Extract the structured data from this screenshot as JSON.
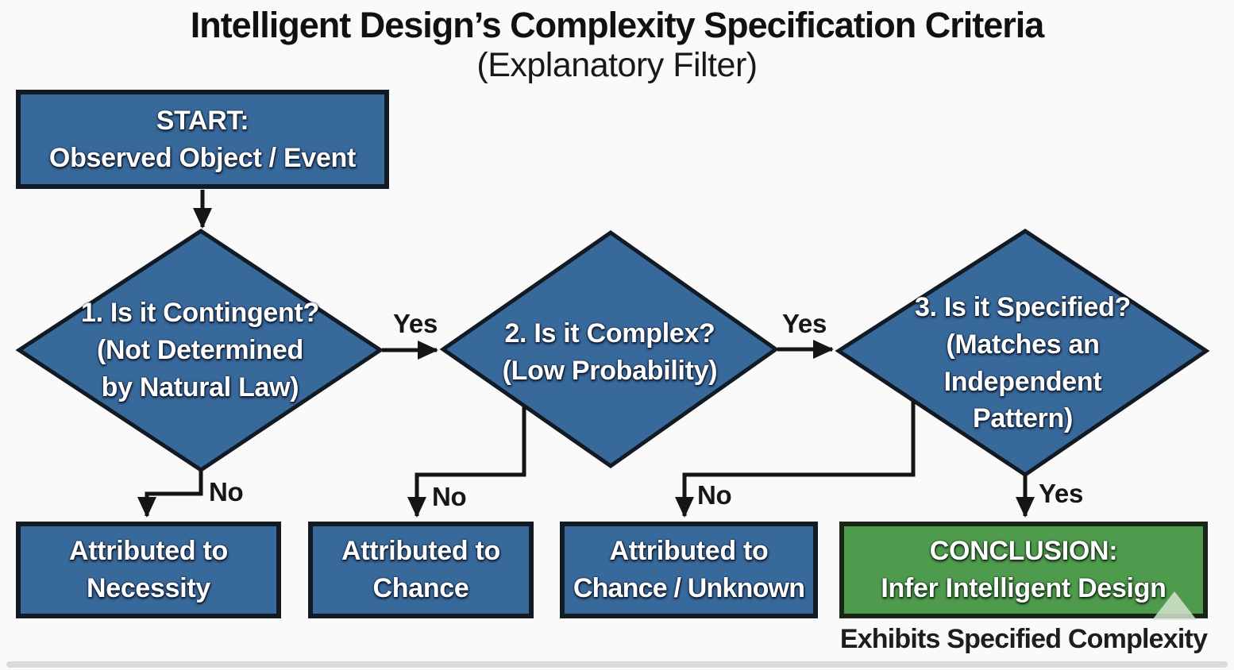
{
  "title": {
    "line1": "Intelligent Design’s Complexity Specification Criteria",
    "line2": "(Explanatory Filter)"
  },
  "nodes": {
    "start": {
      "line1": "START:",
      "line2": "Observed Object / Event"
    },
    "decision1": {
      "line1": "1. Is it Contingent?",
      "line2": "(Not Determined",
      "line3": "by Natural Law)"
    },
    "decision2": {
      "line1": "2. Is it Complex?",
      "line2": "(Low Probability)"
    },
    "decision3": {
      "line1": "3. Is it Specified?",
      "line2": "(Matches an",
      "line3": "Independent",
      "line4": "Pattern)"
    },
    "necessity": {
      "line1": "Attributed to",
      "line2": "Necessity"
    },
    "chance": {
      "line1": "Attributed to",
      "line2": "Chance"
    },
    "chance_unknown": {
      "line1": "Attributed to",
      "line2": "Chance / Unknown"
    },
    "conclusion": {
      "line1": "CONCLUSION:",
      "line2": "Infer Intelligent Design"
    }
  },
  "edge_labels": {
    "yes_1_to_2": "Yes",
    "yes_2_to_3": "Yes",
    "no_1": "No",
    "no_2": "No",
    "no_3": "No",
    "yes_3": "Yes"
  },
  "footnote": "Exhibits Specified Complexity",
  "colors": {
    "node_blue": "#38699b",
    "node_green": "#4f9b4d",
    "border_dark": "#121a24",
    "line_black": "#151515",
    "background": "#fafafa"
  }
}
